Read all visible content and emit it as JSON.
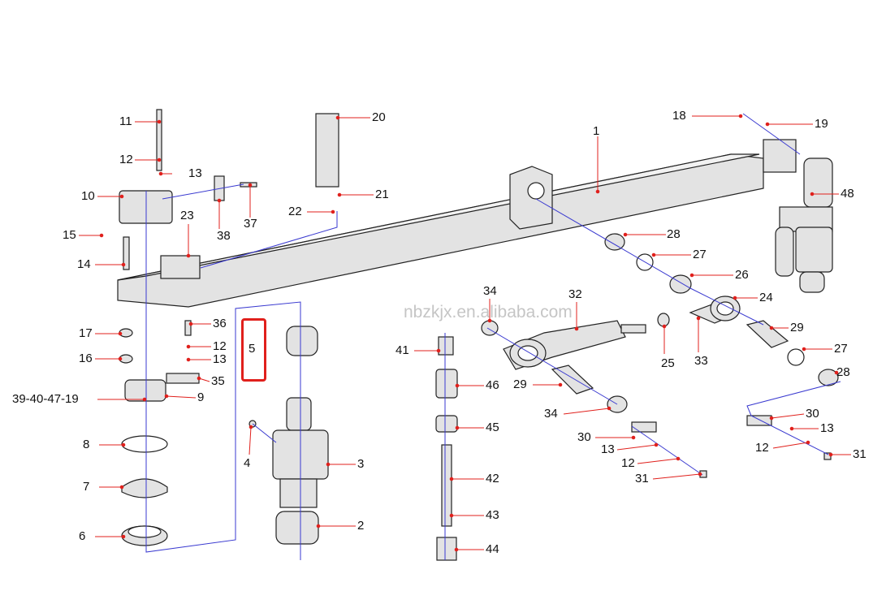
{
  "diagram": {
    "watermark": "nbzkjx.en.alibaba.com",
    "highlighted_part": "5",
    "part_labels": [
      "11",
      "12",
      "13",
      "10",
      "15",
      "14",
      "23",
      "38",
      "37",
      "20",
      "21",
      "22",
      "1",
      "18",
      "19",
      "48",
      "28",
      "27",
      "26",
      "24",
      "34",
      "32",
      "29",
      "27",
      "28",
      "25",
      "33",
      "41",
      "46",
      "29",
      "34",
      "45",
      "30",
      "13",
      "12",
      "31",
      "42",
      "43",
      "44",
      "30",
      "13",
      "12",
      "31",
      "17",
      "16",
      "36",
      "12",
      "13",
      "35",
      "39-40-47-19",
      "9",
      "8",
      "7",
      "6",
      "4",
      "3",
      "2"
    ],
    "colors": {
      "leader": "#e0201c",
      "assembly_line": "#3a3ad0",
      "highlight": "#e0201c",
      "part_stroke": "#222222",
      "part_fill": "#d9d9d9"
    }
  }
}
